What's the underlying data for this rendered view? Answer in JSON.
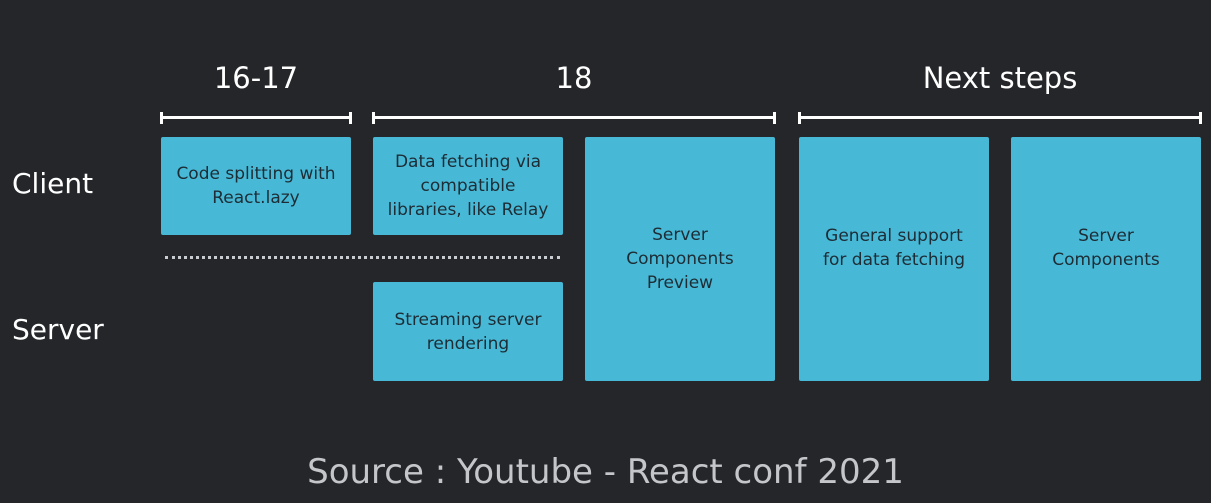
{
  "phases": [
    {
      "title": "16-17"
    },
    {
      "title": "18"
    },
    {
      "title": "Next steps"
    }
  ],
  "rows": {
    "client": "Client",
    "server": "Server"
  },
  "boxes": {
    "code_splitting": "Code splitting with\nReact.lazy",
    "data_fetching": "Data fetching via\ncompatible\nlibraries, like Relay",
    "server_components_preview": "Server\nComponents\nPreview",
    "general_support": "General support\nfor data fetching",
    "server_components": "Server\nComponents",
    "streaming": "Streaming server\nrendering"
  },
  "caption": "Source : Youtube - React conf 2021",
  "colors": {
    "background": "#24262a",
    "box": "#47b9d6",
    "box_text": "#1d2c35",
    "text": "#ffffff"
  }
}
